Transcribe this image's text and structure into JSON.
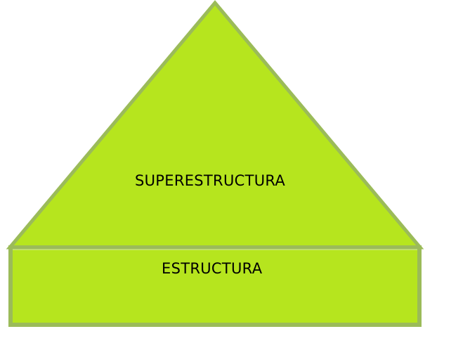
{
  "diagram": {
    "shapes": [
      {
        "type": "triangle",
        "label": "SUPERESTRUCTURA"
      },
      {
        "type": "rectangle",
        "label": "ESTRUCTURA"
      }
    ],
    "colors": {
      "fill": "#B6E51E",
      "stroke": "#9BBB59",
      "text": "#000000"
    }
  }
}
